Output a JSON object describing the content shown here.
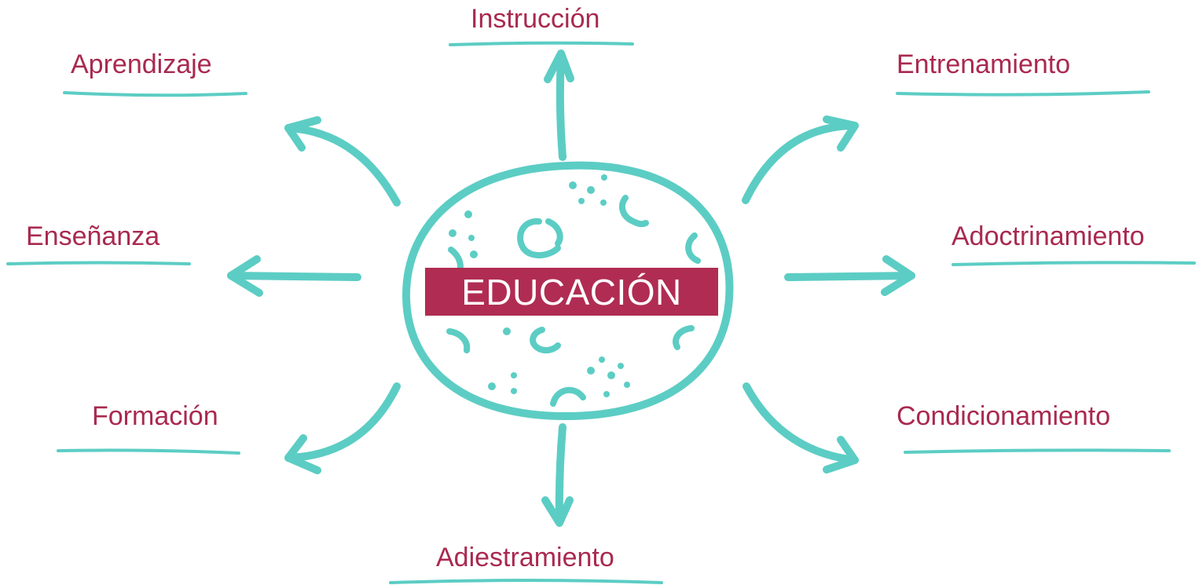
{
  "center": {
    "label": "EDUCACIÓN"
  },
  "terms": {
    "top": "Instrucción",
    "top_left": "Aprendizaje",
    "top_right": "Entrenamiento",
    "left": "Enseñanza",
    "right": "Adoctrinamiento",
    "bottom_left": "Formación",
    "bottom_right": "Condicionamiento",
    "bottom": "Adiestramiento"
  },
  "colors": {
    "accent_teal": "#5ccdc4",
    "text_crimson": "#a9294f",
    "center_fill": "#b02c53",
    "background": "#ffffff"
  }
}
